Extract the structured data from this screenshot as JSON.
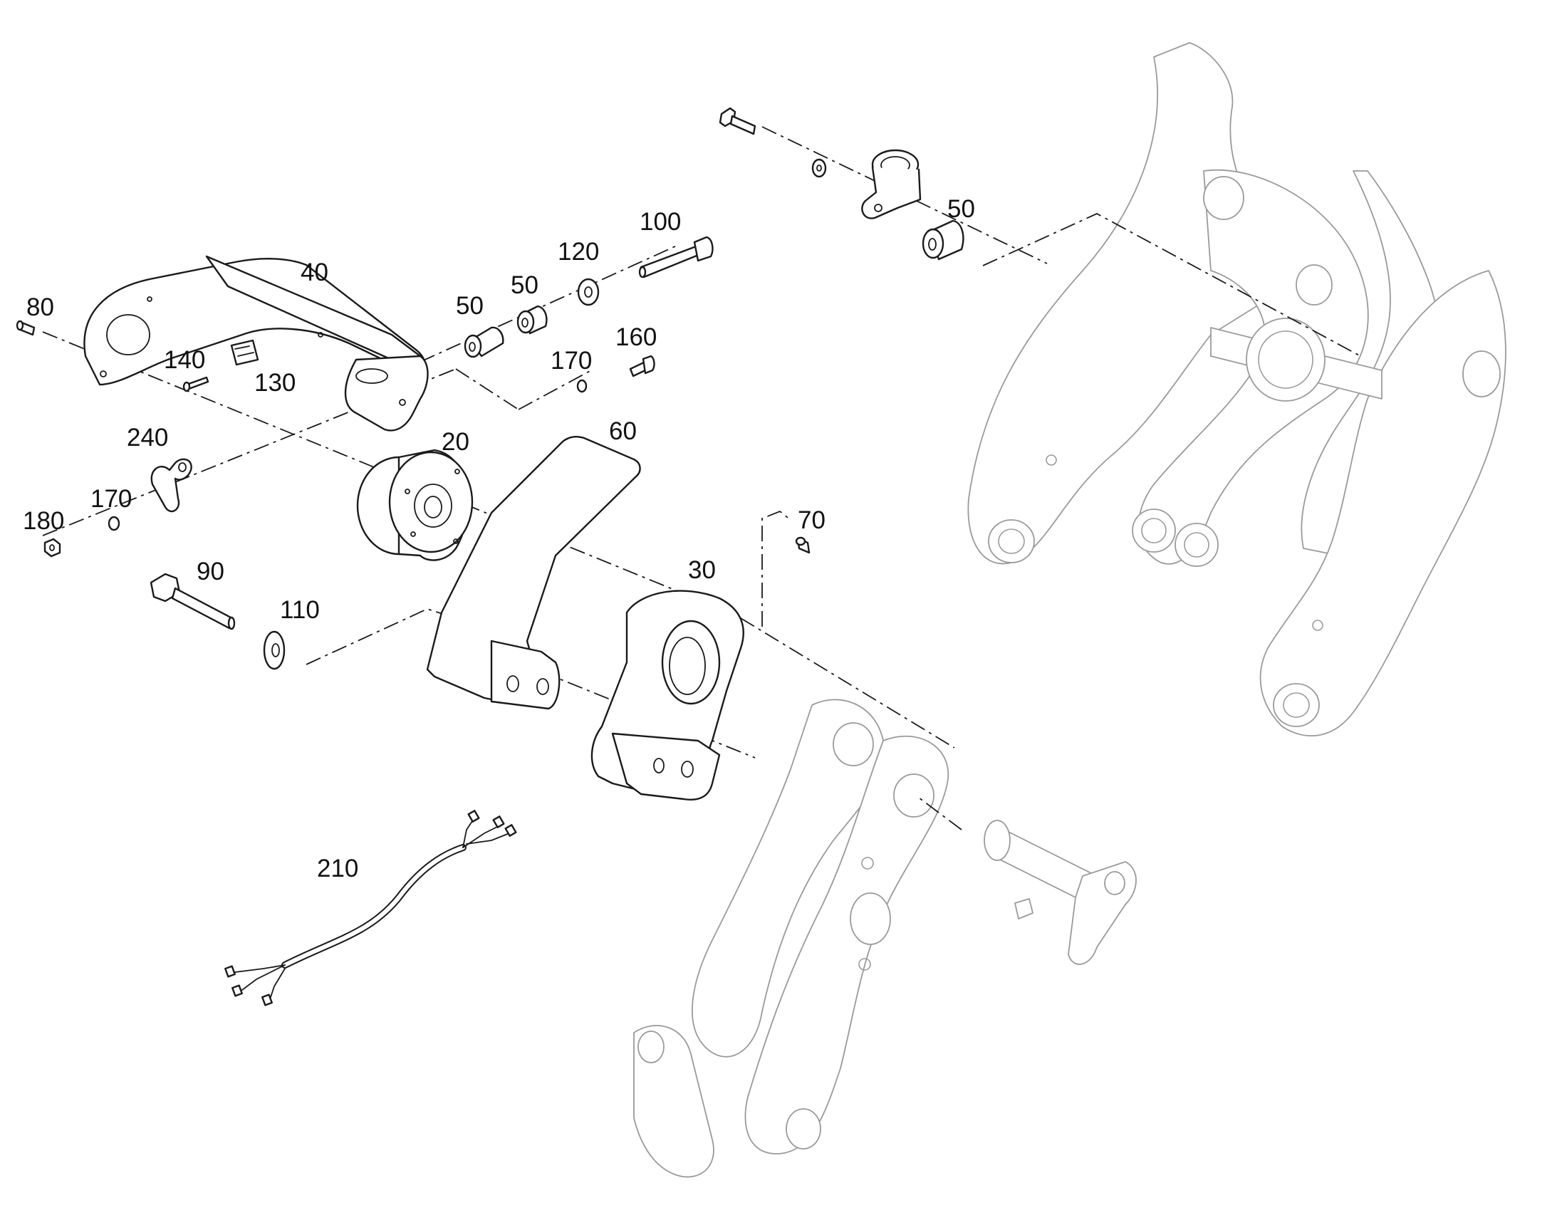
{
  "callouts": {
    "c20": "20",
    "c30": "30",
    "c40": "40",
    "c50a": "50",
    "c50b": "50",
    "c50c": "50",
    "c60": "60",
    "c70": "70",
    "c80": "80",
    "c90": "90",
    "c100": "100",
    "c110": "110",
    "c120": "120",
    "c130": "130",
    "c140": "140",
    "c160": "160",
    "c170a": "170",
    "c170b": "170",
    "c180": "180",
    "c210": "210",
    "c240": "240"
  }
}
